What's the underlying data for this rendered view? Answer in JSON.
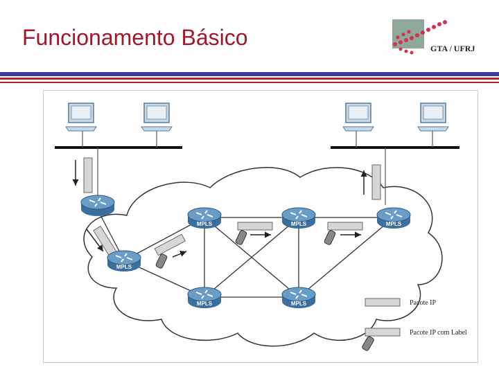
{
  "slide": {
    "title": "Funcionamento Básico",
    "logo_text": "GTA / UFRJ"
  },
  "diagram": {
    "router_label": "MPLS",
    "legend": {
      "ip_packet": "Pacote IP",
      "ip_packet_label": "Pacote IP com Label"
    }
  },
  "colors": {
    "title": "#a0182a",
    "rule_blue": "#3c3c9c",
    "rule_red": "#b02030",
    "router_blue": "#4f86b8",
    "cloud_stroke": "#333333"
  }
}
